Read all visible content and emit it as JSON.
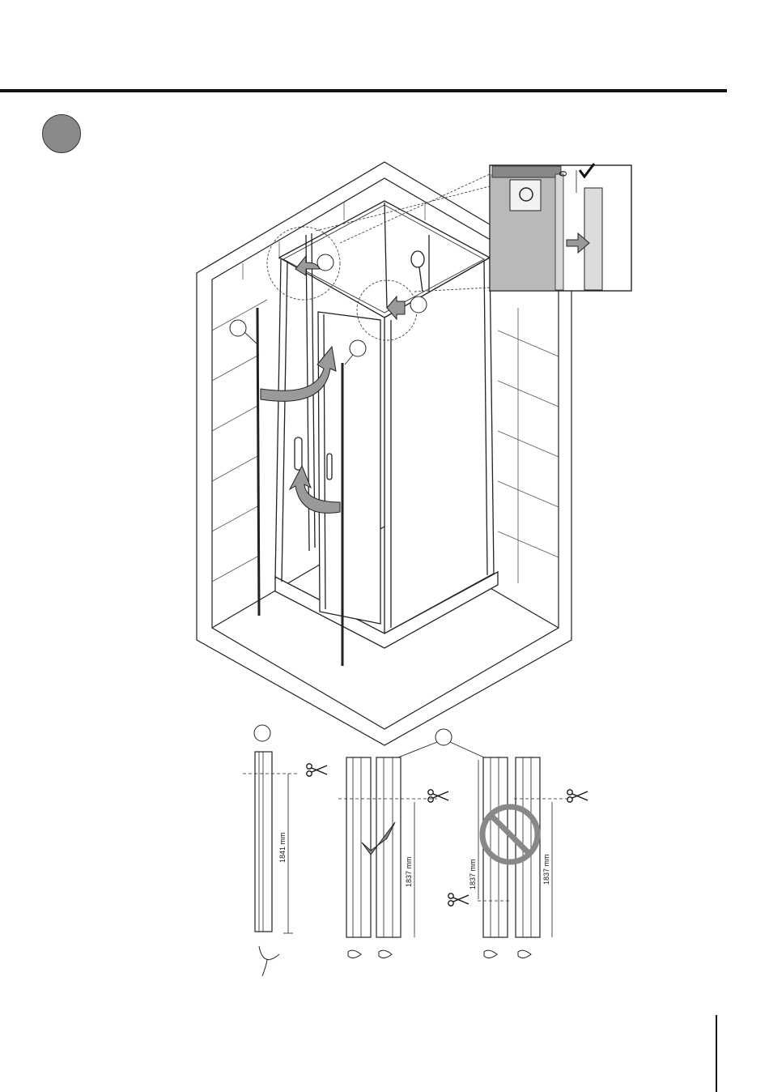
{
  "step": {
    "badge_color": "#8a8a8a"
  },
  "detail_inset": {
    "gap_label": "0"
  },
  "profiles": {
    "seal_strip": {
      "length_label": "1841 mm"
    },
    "correct": {
      "length_label": "1837 mm"
    },
    "incorrect": {
      "length_label_left": "1837 mm",
      "length_label_right": "1837 mm"
    }
  },
  "icons": {
    "check": "check-icon",
    "prohibited": "prohibited-icon",
    "scissors": "scissors-icon"
  }
}
